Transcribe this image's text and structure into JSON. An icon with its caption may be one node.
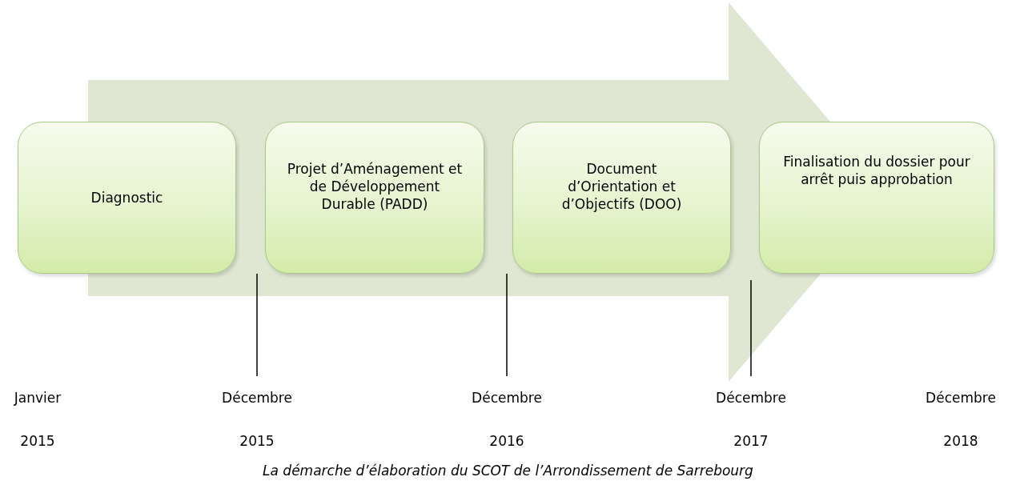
{
  "diagram": {
    "caption": "La démarche d’élaboration du SCOT de l’Arrondissement de Sarrebourg",
    "nodes": [
      {
        "text": [
          "Diagnostic"
        ]
      },
      {
        "text": [
          "Projet d’Aménagement et de Développement Durable (PADD)"
        ]
      },
      {
        "text": [
          "Document d’Orientation et d’Objectifs (DOO)"
        ]
      },
      {
        "text": [
          "Finalisation du dossier pour arrêt puis approbation"
        ]
      }
    ],
    "edges": [
      {
        "from": 0,
        "to": 3,
        "arrow": "to",
        "style": "thick"
      }
    ],
    "labels": [
      "Janvier 2015",
      "Décembre 2015",
      "Décembre 2016",
      "Décembre 2017",
      "Décembre 2018"
    ]
  }
}
